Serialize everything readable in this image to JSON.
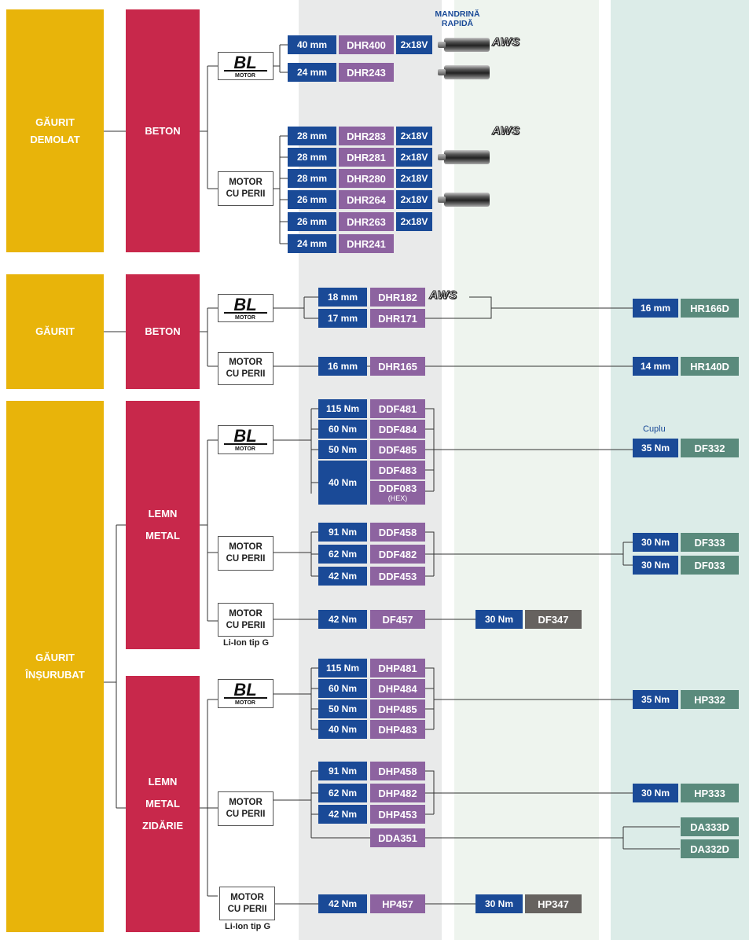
{
  "colors": {
    "category": "#e8b40a",
    "material": "#c8284b",
    "size": "#1a4a97",
    "model": "#8d63a0",
    "alt_model": "#5a8a7c",
    "dark_model": "#66625f",
    "band_gray": "#e9eaea",
    "band_green": "#eef4ee",
    "band_teal": "#dcece8"
  },
  "header": {
    "quick_chuck": "MANDRINĂ\nRAPIDĂ",
    "torque_label": "Cuplu"
  },
  "categories": [
    "GĂURIT\nDEMOLAT",
    "GĂURIT",
    "GĂURIT\nÎNȘURUBAT"
  ],
  "materials": [
    "BETON",
    "BETON",
    "LEMN\n\nMETAL",
    "LEMN\n\nMETAL\n\nZIDĂRIE"
  ],
  "motor": {
    "brushed": "MOTOR\nCU PERII",
    "bl_text": "BL",
    "bl_sub": "MOTOR",
    "liion": "Li-Ion tip G"
  },
  "aws_label": "AWS",
  "voltage": "2x18V",
  "hex_note": "(HEX)",
  "s1": {
    "bl_rows": [
      {
        "size": "40 mm",
        "model": "DHR400"
      },
      {
        "size": "24 mm",
        "model": "DHR243"
      }
    ],
    "br_rows": [
      {
        "size": "28 mm",
        "model": "DHR283"
      },
      {
        "size": "28 mm",
        "model": "DHR281"
      },
      {
        "size": "28 mm",
        "model": "DHR280"
      },
      {
        "size": "26 mm",
        "model": "DHR264"
      },
      {
        "size": "26 mm",
        "model": "DHR263"
      },
      {
        "size": "24 mm",
        "model": "DHR241"
      }
    ]
  },
  "s2": {
    "bl_rows": [
      {
        "size": "18 mm",
        "model": "DHR182"
      },
      {
        "size": "17 mm",
        "model": "DHR171"
      }
    ],
    "br_row": {
      "size": "16 mm",
      "model": "DHR165"
    },
    "alt_bl": {
      "size": "16 mm",
      "model": "HR166D"
    },
    "alt_br": {
      "size": "14 mm",
      "model": "HR140D"
    }
  },
  "s3": {
    "bl_rows": [
      {
        "size": "115 Nm",
        "model": "DDF481"
      },
      {
        "size": "60 Nm",
        "model": "DDF484"
      },
      {
        "size": "50 Nm",
        "model": "DDF485"
      },
      {
        "size": "40 Nm",
        "model": "DDF483"
      },
      {
        "model": "DDF083"
      }
    ],
    "br_rows": [
      {
        "size": "91 Nm",
        "model": "DDF458"
      },
      {
        "size": "62 Nm",
        "model": "DDF482"
      },
      {
        "size": "42 Nm",
        "model": "DDF453"
      }
    ],
    "g_row": {
      "size": "42 Nm",
      "model": "DF457"
    },
    "g_alt": {
      "size": "30 Nm",
      "model": "DF347"
    },
    "alt_bl": {
      "size": "35 Nm",
      "model": "DF332"
    },
    "alt_br": [
      {
        "size": "30 Nm",
        "model": "DF333"
      },
      {
        "size": "30 Nm",
        "model": "DF033"
      }
    ]
  },
  "s4": {
    "bl_rows": [
      {
        "size": "115 Nm",
        "model": "DHP481"
      },
      {
        "size": "60 Nm",
        "model": "DHP484"
      },
      {
        "size": "50 Nm",
        "model": "DHP485"
      },
      {
        "size": "40 Nm",
        "model": "DHP483"
      }
    ],
    "br_rows": [
      {
        "size": "91 Nm",
        "model": "DHP458"
      },
      {
        "size": "62 Nm",
        "model": "DHP482"
      },
      {
        "size": "42 Nm",
        "model": "DHP453"
      }
    ],
    "dda": {
      "model": "DDA351"
    },
    "g_row": {
      "size": "42 Nm",
      "model": "HP457"
    },
    "g_alt": {
      "size": "30 Nm",
      "model": "HP347"
    },
    "alt_bl": {
      "size": "35 Nm",
      "model": "HP332"
    },
    "alt_br": {
      "size": "30 Nm",
      "model": "HP333"
    },
    "alt_dda": [
      {
        "model": "DA333D"
      },
      {
        "model": "DA332D"
      }
    ]
  }
}
